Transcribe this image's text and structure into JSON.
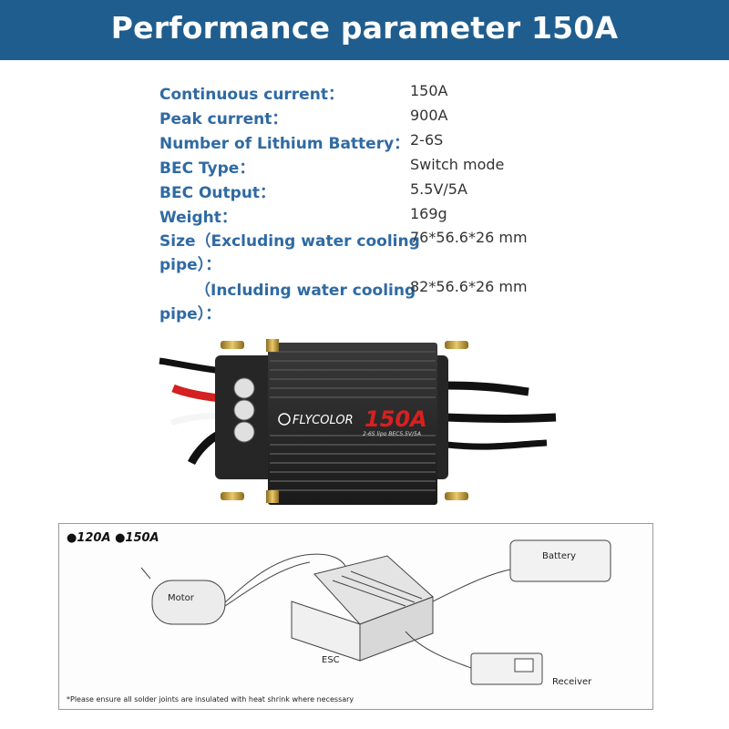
{
  "header": {
    "title": "Performance parameter 150A"
  },
  "specs": [
    {
      "label": "Continuous current：",
      "value": "150A"
    },
    {
      "label": "Peak current：",
      "value": "900A"
    },
    {
      "label": "Number of Lithium Battery：",
      "value": "2-6S"
    },
    {
      "label": "BEC Type：",
      "value": "Switch mode"
    },
    {
      "label": "BEC Output：",
      "value": "5.5V/5A"
    },
    {
      "label": "Weight：",
      "value": "169g"
    }
  ],
  "size": {
    "excluding_line1": "Size（Excluding water cooling",
    "excluding_line2": "pipe）：",
    "excluding_value": "76*56.6*26 mm",
    "including_line1": "（Including water cooling",
    "including_line2": "pipe）：",
    "including_value": "82*56.6*26  mm"
  },
  "product": {
    "brand": "FLYCOLOR",
    "model": "150A",
    "subtitle": "2-6S lipo BEC5.5V/5A"
  },
  "diagram": {
    "variants": "●120A ●150A",
    "labels": {
      "motor": "Motor",
      "esc": "ESC",
      "battery": "Battery",
      "receiver": "Receiver"
    },
    "note": "*Please ensure all solder joints are insulated with heat shrink where necessary"
  }
}
